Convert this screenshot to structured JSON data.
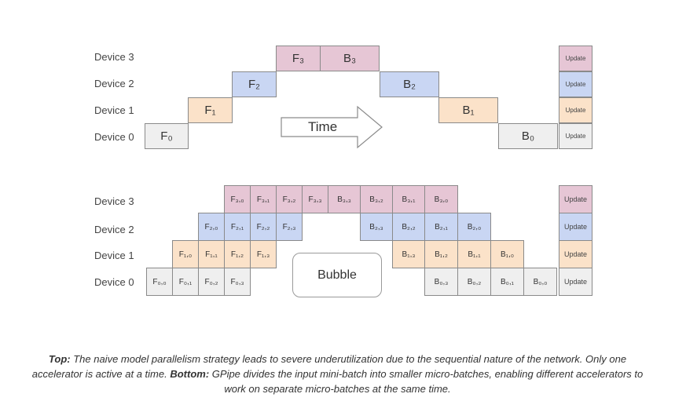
{
  "top": {
    "device_labels": [
      "Device 3",
      "Device 2",
      "Device 1",
      "Device 0"
    ],
    "forward": [
      "F₃",
      "F₂",
      "F₁",
      "F₀"
    ],
    "backward": [
      "B₃",
      "B₂",
      "B₁",
      "B₀"
    ],
    "update": [
      "Update",
      "Update",
      "Update",
      "Update"
    ],
    "time_label": "Time"
  },
  "bottom": {
    "device_labels": [
      "Device 3",
      "Device 2",
      "Device 1",
      "Device 0"
    ],
    "forward_d3": [
      "F₃,₀",
      "F₃,₁",
      "F₃,₂",
      "F₃,₃"
    ],
    "forward_d2": [
      "F₂,₀",
      "F₂,₁",
      "F₂,₂",
      "F₂,₃"
    ],
    "forward_d1": [
      "F₁,₀",
      "F₁,₁",
      "F₁,₂",
      "F₁,₃"
    ],
    "forward_d0": [
      "F₀,₀",
      "F₀,₁",
      "F₀,₂",
      "F₀,₃"
    ],
    "backward_d3": [
      "B₃,₃",
      "B₃,₂",
      "B₃,₁",
      "B₃,₀"
    ],
    "backward_d2": [
      "B₂,₃",
      "B₂,₂",
      "B₂,₁",
      "B₂,₀"
    ],
    "backward_d1": [
      "B₁,₃",
      "B₁,₂",
      "B₁,₁",
      "B₁,₀"
    ],
    "backward_d0": [
      "B₀,₃",
      "B₀,₂",
      "B₀,₁",
      "B₀,₀"
    ],
    "update": [
      "Update",
      "Update",
      "Update",
      "Update"
    ],
    "bubble_label": "Bubble"
  },
  "caption": {
    "top_bold": "Top:",
    "top_text": " The naive model parallelism strategy leads to severe underutilization due to the sequential nature of the network. Only one accelerator is active at a time. ",
    "bottom_bold": "Bottom:",
    "bottom_text": " GPipe divides the input mini-batch into smaller micro-batches, enabling different accelerators to work on separate micro-batches at the same time."
  },
  "colors": {
    "device0": "#efefef",
    "device1": "#fbe2c9",
    "device2": "#c9d6f3",
    "device3": "#e6c6d5"
  }
}
